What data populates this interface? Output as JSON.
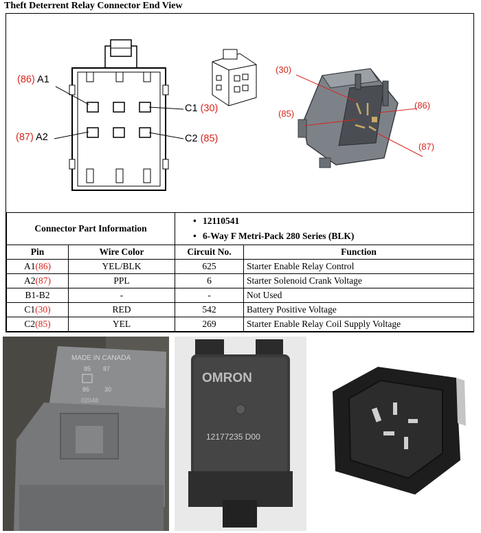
{
  "title": "Theft Deterrent Relay Connector End View",
  "diagram": {
    "callouts": [
      {
        "num": "(86)",
        "pin": "A1"
      },
      {
        "num": "(87)",
        "pin": "A2"
      },
      {
        "pin": "C1",
        "num": "(30)"
      },
      {
        "pin": "C2",
        "num": "(85)"
      }
    ],
    "relay_labels": [
      "(30)",
      "(85)",
      "(86)",
      "(87)"
    ]
  },
  "part_info": {
    "label": "Connector Part Information",
    "items": [
      "12110541",
      "6-Way F Metri-Pack 280 Series (BLK)"
    ]
  },
  "table": {
    "headers": [
      "Pin",
      "Wire Color",
      "Circuit No.",
      "Function"
    ],
    "rows": [
      {
        "pin": "A1",
        "pin_num": "(86)",
        "wire": "YEL/BLK",
        "circuit": "625",
        "function": "Starter Enable Relay Control"
      },
      {
        "pin": "A2",
        "pin_num": "(87)",
        "wire": "PPL",
        "circuit": "6",
        "function": "Starter Solenoid Crank Voltage"
      },
      {
        "pin": "B1-B2",
        "pin_num": "",
        "wire": "-",
        "circuit": "-",
        "function": "Not Used"
      },
      {
        "pin": "C1",
        "pin_num": "(30)",
        "wire": "RED",
        "circuit": "542",
        "function": "Battery Positive Voltage"
      },
      {
        "pin": "C2",
        "pin_num": "(85)",
        "wire": "YEL",
        "circuit": "269",
        "function": "Starter Enable Relay Coil Supply Voltage"
      }
    ]
  },
  "photos": {
    "left": {
      "text_lines": [
        "MADE IN CANADA",
        "85",
        "87",
        "86",
        "30",
        "02048"
      ]
    },
    "middle": {
      "brand": "OMRON",
      "part": "12177235 D00"
    }
  },
  "colors": {
    "callout_red": "#d6261e",
    "relay_gray": "#6b7077"
  }
}
